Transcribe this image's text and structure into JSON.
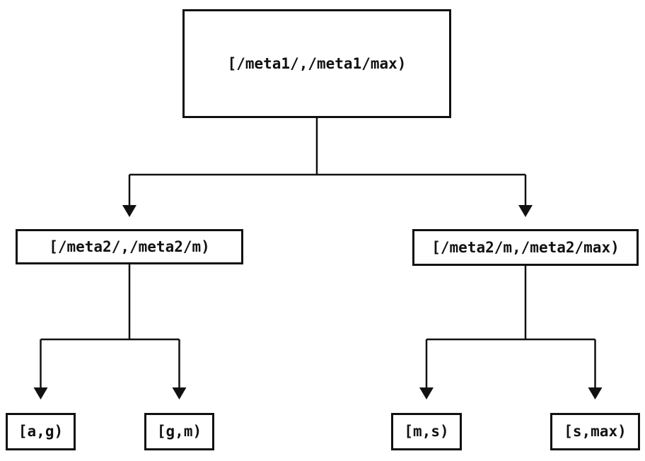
{
  "diagram": {
    "type": "binary-interval-tree",
    "background_color": "#ffffff",
    "line_color": "#111111",
    "node_border_color": "#111111",
    "node_fill_color": "#ffffff",
    "text_color": "#111111",
    "nodes": {
      "root": {
        "label": "[/meta1/,/meta1/max)"
      },
      "left": {
        "label": "[/meta2/,/meta2/m)"
      },
      "right": {
        "label": "[/meta2/m,/meta2/max)"
      },
      "leaf_ag": {
        "label": "[a,g)"
      },
      "leaf_gm": {
        "label": "[g,m)"
      },
      "leaf_ms": {
        "label": "[m,s)"
      },
      "leaf_smax": {
        "label": "[s,max)"
      }
    },
    "edges": [
      {
        "from": "root",
        "to": "left"
      },
      {
        "from": "root",
        "to": "right"
      },
      {
        "from": "left",
        "to": "leaf_ag"
      },
      {
        "from": "left",
        "to": "leaf_gm"
      },
      {
        "from": "right",
        "to": "leaf_ms"
      },
      {
        "from": "right",
        "to": "leaf_smax"
      }
    ]
  }
}
